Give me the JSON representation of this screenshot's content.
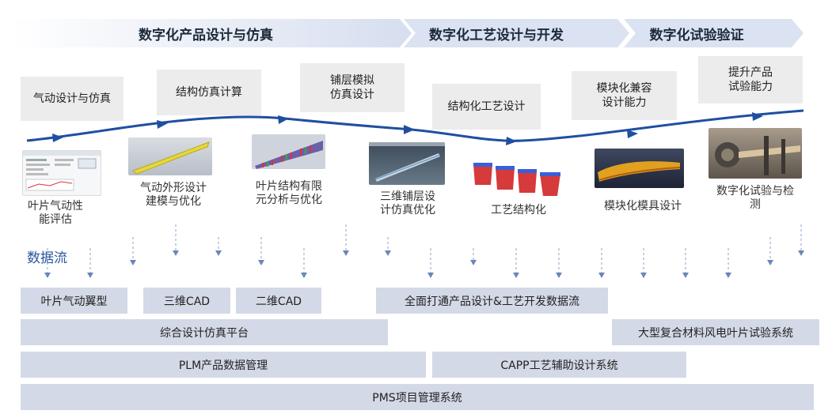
{
  "phases": [
    {
      "label": "数字化产品设计与仿真"
    },
    {
      "label": "数字化工艺设计与开发"
    },
    {
      "label": "数字化试验验证"
    }
  ],
  "stages": [
    {
      "label": "气动设计与仿真"
    },
    {
      "label": "结构仿真计算"
    },
    {
      "label": "铺层模拟\n仿真设计"
    },
    {
      "label": "结构化工艺设计"
    },
    {
      "label": "模块化兼容\n设计能力"
    },
    {
      "label": "提升产品\n试验能力"
    }
  ],
  "images": [
    {
      "caption": "叶片气动性\n能评估",
      "icon": "software-screenshot"
    },
    {
      "caption": "气动外形设计\n建模与优化",
      "icon": "blade-model"
    },
    {
      "caption": "叶片结构有限\n元分析与优化",
      "icon": "fea-mesh"
    },
    {
      "caption": "三维铺层设\n计仿真优化",
      "icon": "layup-simulation"
    },
    {
      "caption": "工艺结构化",
      "icon": "process-parts"
    },
    {
      "caption": "模块化模具设计",
      "icon": "mold-model"
    },
    {
      "caption": "数字化试验与检\n测",
      "icon": "test-rig-photo"
    }
  ],
  "dataflow_label": "数据流",
  "bars": {
    "row1": [
      {
        "label": "叶片气动翼型"
      },
      {
        "label": "三维CAD"
      },
      {
        "label": "二维CAD"
      },
      {
        "label": "全面打通产品设计&工艺开发数据流"
      }
    ],
    "row2": [
      {
        "label": "综合设计仿真平台"
      },
      {
        "label": "大型复合材料风电叶片试验系统"
      }
    ],
    "row3": [
      {
        "label": "PLM产品数据管理"
      },
      {
        "label": "CAPP工艺辅助设计系统"
      }
    ],
    "row4": [
      {
        "label": "PMS项目管理系统"
      }
    ]
  },
  "colors": {
    "curve": "#1f4fa0",
    "bar": "#d3d9e6",
    "phase_band": "#dde4f2",
    "arrow": "#6b86b8",
    "accent_text": "#2a55a0"
  }
}
